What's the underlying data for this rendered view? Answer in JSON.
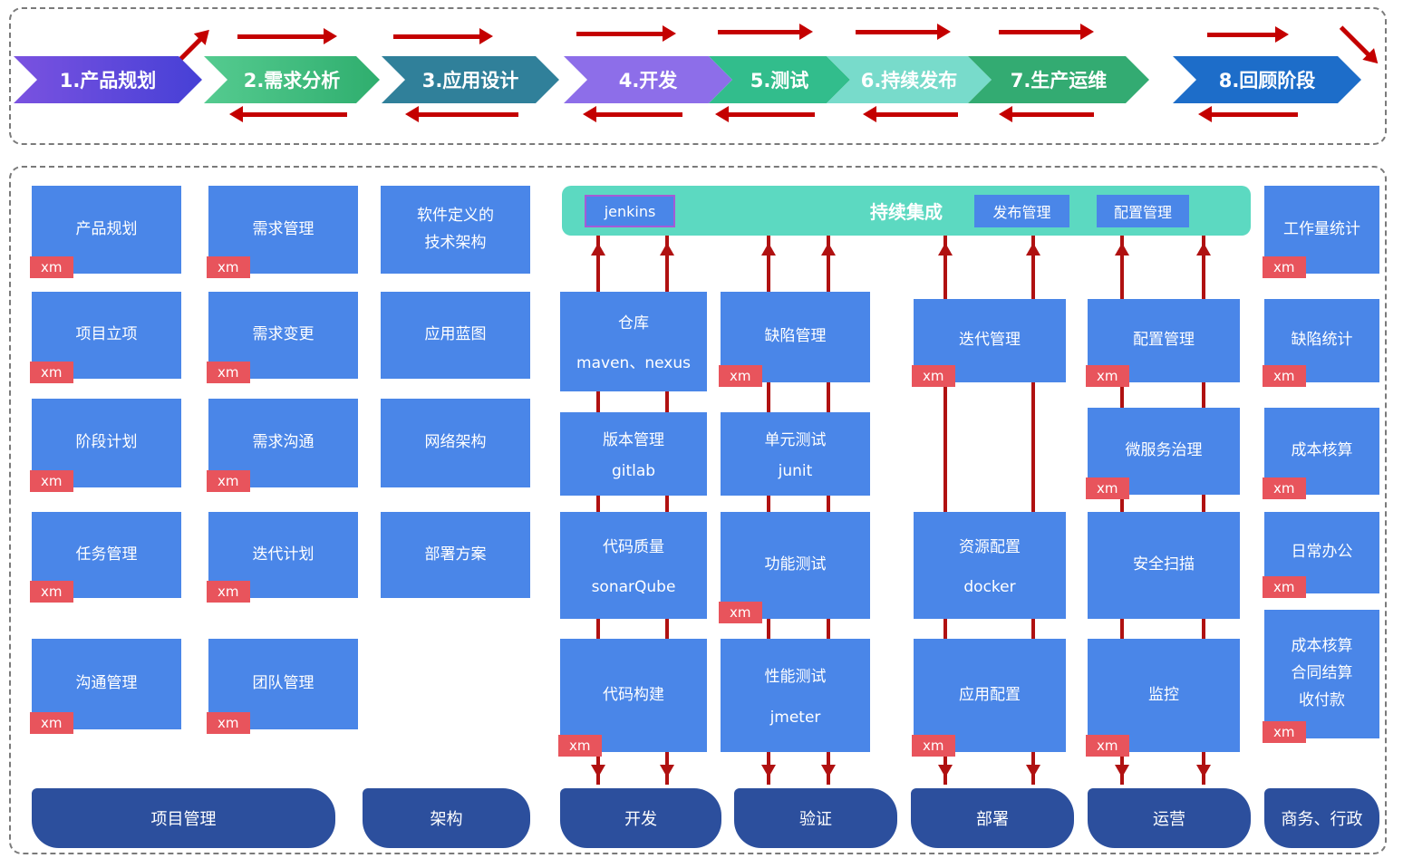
{
  "flow": {
    "stages": [
      {
        "label": "1.产品规划",
        "color": "#5b49dc"
      },
      {
        "label": "2.需求分析",
        "color": "#3fbf7d"
      },
      {
        "label": "3.应用设计",
        "color": "#30809a"
      },
      {
        "label": "4.开发",
        "color": "#8d6ee9"
      },
      {
        "label": "5.测试",
        "color": "#32bd8c"
      },
      {
        "label": "6.持续发布",
        "color": "#78dbcb"
      },
      {
        "label": "7.生产运维",
        "color": "#33ab72"
      },
      {
        "label": "8.回顾阶段",
        "color": "#1d6dc9"
      }
    ]
  },
  "ci_bar": {
    "jenkins_label": "jenkins",
    "title": "持续集成",
    "release_label": "发布管理",
    "config_label": "配置管理"
  },
  "badge_label": "xm",
  "columns": {
    "project": {
      "boxes": [
        {
          "label": "产品规划"
        },
        {
          "label": "项目立项"
        },
        {
          "label": "阶段计划"
        },
        {
          "label": "任务管理"
        },
        {
          "label": "沟通管理"
        }
      ]
    },
    "requirements": {
      "boxes": [
        {
          "label": "需求管理"
        },
        {
          "label": "需求变更"
        },
        {
          "label": "需求沟通"
        },
        {
          "label": "迭代计划"
        },
        {
          "label": "团队管理"
        }
      ]
    },
    "architecture": {
      "boxes": [
        {
          "label": "软件定义的\n技术架构"
        },
        {
          "label": "应用蓝图"
        },
        {
          "label": "网络架构"
        },
        {
          "label": "部署方案"
        }
      ]
    },
    "dev": {
      "boxes": [
        {
          "label": "仓库",
          "sub": "maven、nexus"
        },
        {
          "label": "版本管理",
          "sub": "gitlab"
        },
        {
          "label": "代码质量",
          "sub": "sonarQube"
        },
        {
          "label": "代码构建"
        }
      ]
    },
    "verify": {
      "boxes": [
        {
          "label": "缺陷管理"
        },
        {
          "label": "单元测试",
          "sub": "junit"
        },
        {
          "label": "功能测试"
        },
        {
          "label": "性能测试",
          "sub": "jmeter"
        }
      ]
    },
    "deploy": {
      "boxes": [
        {
          "label": "迭代管理"
        },
        {
          "label": "资源配置",
          "sub": "docker"
        },
        {
          "label": "应用配置"
        }
      ]
    },
    "ops": {
      "boxes": [
        {
          "label": "配置管理"
        },
        {
          "label": "微服务治理"
        },
        {
          "label": "安全扫描"
        },
        {
          "label": "监控"
        }
      ]
    },
    "admin": {
      "boxes": [
        {
          "label": "工作量统计"
        },
        {
          "label": "缺陷统计"
        },
        {
          "label": "成本核算"
        },
        {
          "label": "日常办公"
        },
        {
          "label": "成本核算\n合同结算\n收付款"
        }
      ]
    }
  },
  "footer": {
    "labels": [
      "项目管理",
      "架构",
      "开发",
      "验证",
      "部署",
      "运营",
      "商务、行政"
    ]
  },
  "colors": {
    "box": "#4a86e8",
    "badge": "#e8545c",
    "ci_bar": "#5cd9c1",
    "connector": "#b01111",
    "flow_arrow": "#c40000",
    "footer": "#2c4f9d",
    "jenkins_border": "#a55bd6"
  }
}
